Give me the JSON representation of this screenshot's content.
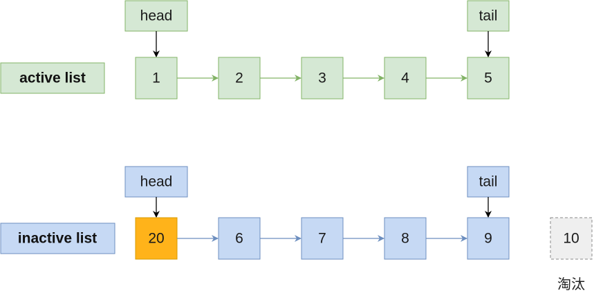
{
  "colors": {
    "green_fill": "#d5e8d4",
    "green_stroke": "#82b366",
    "blue_fill": "#c6d9f4",
    "blue_stroke": "#6c8ebf",
    "orange_fill": "#ffb31a",
    "orange_stroke": "#d79b00",
    "gray_fill": "#efefef",
    "gray_stroke": "#8a8a8a",
    "green_arrow": "#82b366",
    "blue_arrow": "#6c8ebf",
    "pointer_arrow": "#000000"
  },
  "active": {
    "label": "active list",
    "head_label": "head",
    "tail_label": "tail",
    "nodes": [
      "1",
      "2",
      "3",
      "4",
      "5"
    ]
  },
  "inactive": {
    "label": "inactive list",
    "head_label": "head",
    "tail_label": "tail",
    "nodes": [
      "20",
      "6",
      "7",
      "8",
      "9"
    ],
    "highlight_index": 0
  },
  "evicted": {
    "node": "10",
    "caption": "淘汰"
  }
}
